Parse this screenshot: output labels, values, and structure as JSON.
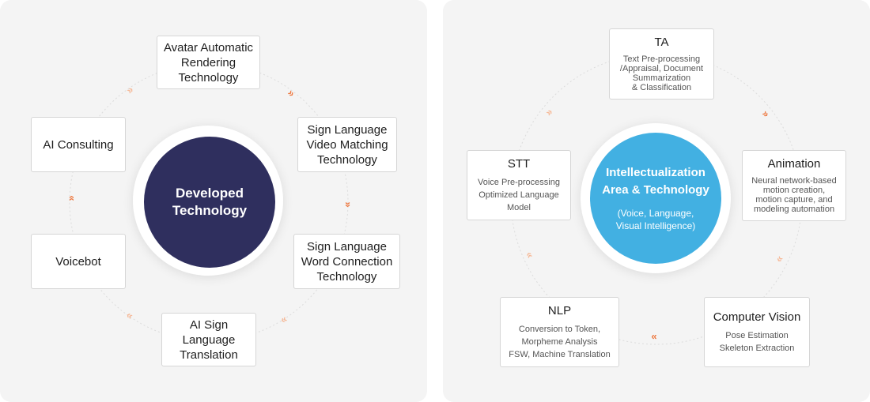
{
  "colors": {
    "panel_bg": "#f4f4f4",
    "ring": "#dcdcdc",
    "node_border": "#d6d6d6",
    "arrow_strong": "#ee7a43",
    "arrow_light": "#f6b896",
    "left_hub": "#2f2f5e",
    "right_hub": "#42b0e2"
  },
  "left_diagram": {
    "hub": {
      "title": "Developed\nTechnology"
    },
    "nodes": [
      {
        "label": "Avatar Automatic\nRendering\nTechnology"
      },
      {
        "label": "Sign Language\nVideo Matching\nTechnology"
      },
      {
        "label": "Sign Language\nWord Connection\nTechnology"
      },
      {
        "label": "AI Sign\nLanguage\nTranslation"
      },
      {
        "label": "Voicebot"
      },
      {
        "label": "AI Consulting"
      }
    ],
    "arrow_icons": [
      "double-chevron-icon",
      "double-chevron-icon",
      "double-chevron-icon",
      "double-chevron-icon",
      "double-chevron-icon",
      "double-chevron-icon"
    ]
  },
  "right_diagram": {
    "hub": {
      "title": "Intellectualization\nArea & Technology",
      "subtitle": "(Voice, Language,\nVisual Intelligence)"
    },
    "nodes": [
      {
        "title": "TA",
        "desc": "Text Pre-processing\n/Appraisal, Document\nSummarization\n& Classification"
      },
      {
        "title": "Animation",
        "desc": "Neural network-based\nmotion creation,\nmotion capture, and\nmodeling automation"
      },
      {
        "title": "Computer Vision",
        "desc": "Pose Estimation\nSkeleton Extraction"
      },
      {
        "title": "NLP",
        "desc": "Conversion to Token,\nMorpheme Analysis\nFSW, Machine Translation"
      },
      {
        "title": "STT",
        "desc": "Voice Pre-processing\nOptimized Language\nModel"
      }
    ],
    "arrow_icons": [
      "double-chevron-icon",
      "double-chevron-icon",
      "double-chevron-icon",
      "double-chevron-icon",
      "double-chevron-icon"
    ]
  }
}
